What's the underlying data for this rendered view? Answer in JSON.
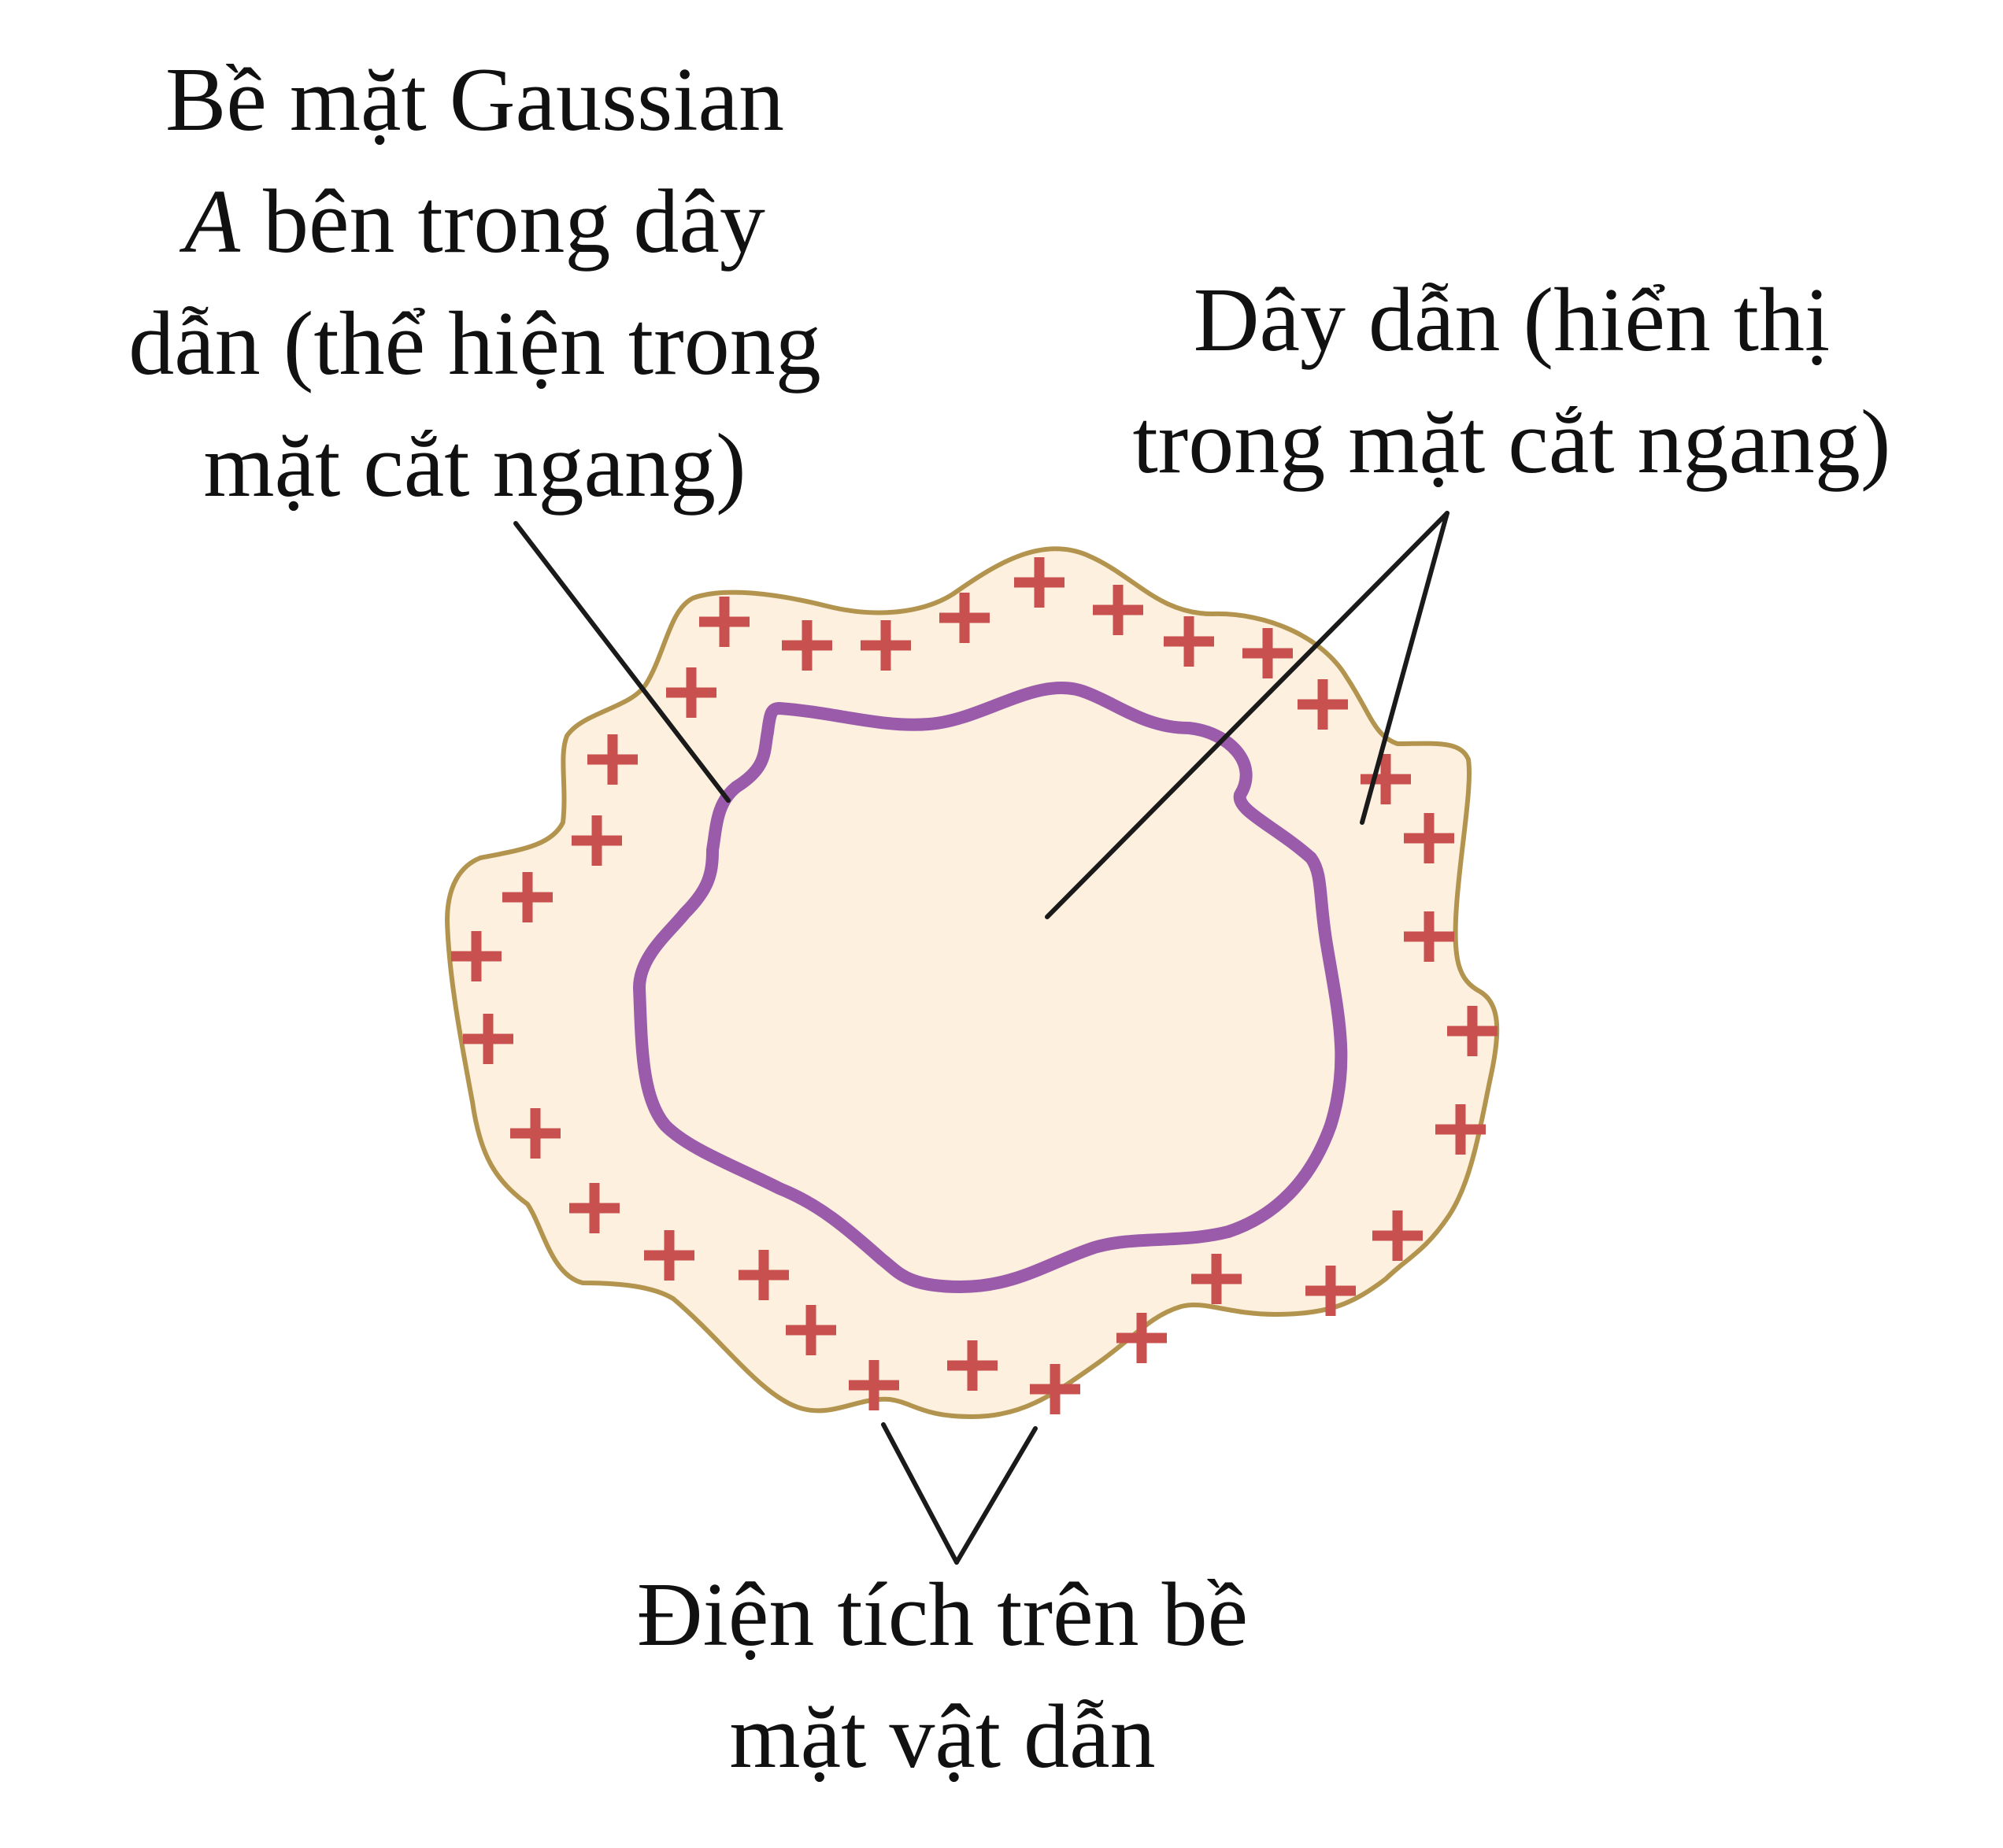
{
  "labels": {
    "gaussian": {
      "line1": "Bề mặt Gaussian",
      "line2_symbol": "A",
      "line2_rest": " bên trong dây",
      "line3": "dẫn (thể hiện trong",
      "line4": "mặt cắt ngang)"
    },
    "conductor": {
      "line1": "Dây dẫn (hiển thị",
      "line2": "trong mặt cắt ngang)"
    },
    "surface_charge": {
      "line1": "Điện tích trên bề",
      "line2": "mặt vật dẫn"
    }
  },
  "colors": {
    "conductor_fill": "#fdf0de",
    "conductor_outline": "#b3944e",
    "gaussian_surface": "#9b5bab",
    "charge_sign": "#c8504f",
    "text": "#111111"
  }
}
